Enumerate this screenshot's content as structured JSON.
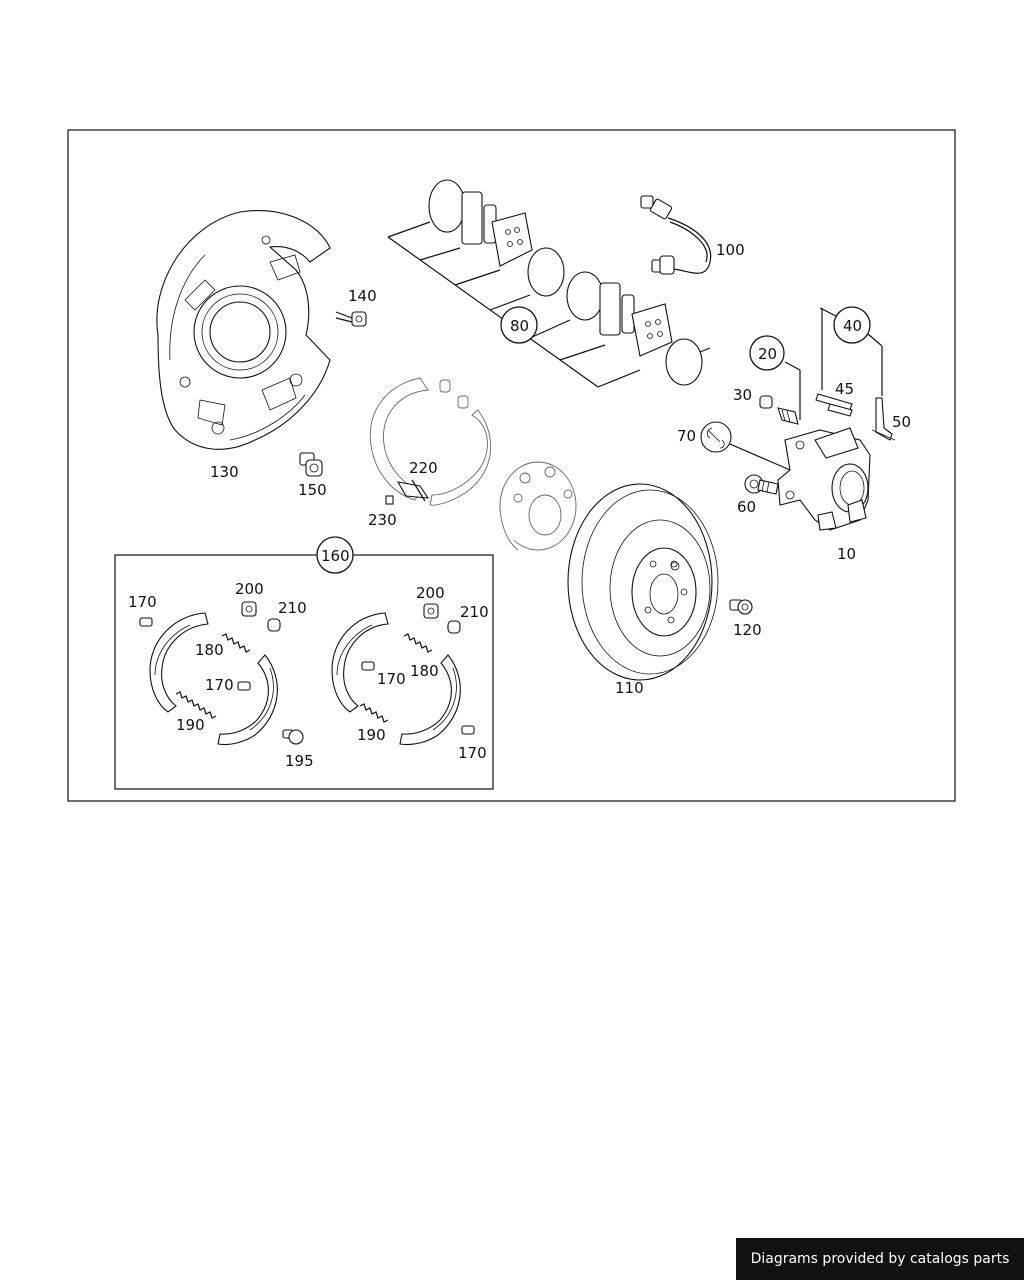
{
  "callouts": {
    "c10": "10",
    "c20": "20",
    "c30": "30",
    "c40": "40",
    "c45": "45",
    "c50": "50",
    "c60": "60",
    "c70": "70",
    "c80": "80",
    "c100": "100",
    "c110": "110",
    "c120": "120",
    "c130": "130",
    "c140": "140",
    "c150": "150",
    "c160": "160",
    "c170a": "170",
    "c170b": "170",
    "c170c": "170",
    "c170d": "170",
    "c180a": "180",
    "c180b": "180",
    "c190a": "190",
    "c190b": "190",
    "c195": "195",
    "c200a": "200",
    "c200b": "200",
    "c210a": "210",
    "c210b": "210",
    "c220": "220",
    "c230": "230"
  },
  "footer": {
    "text": "Diagrams provided by catalogs parts"
  }
}
